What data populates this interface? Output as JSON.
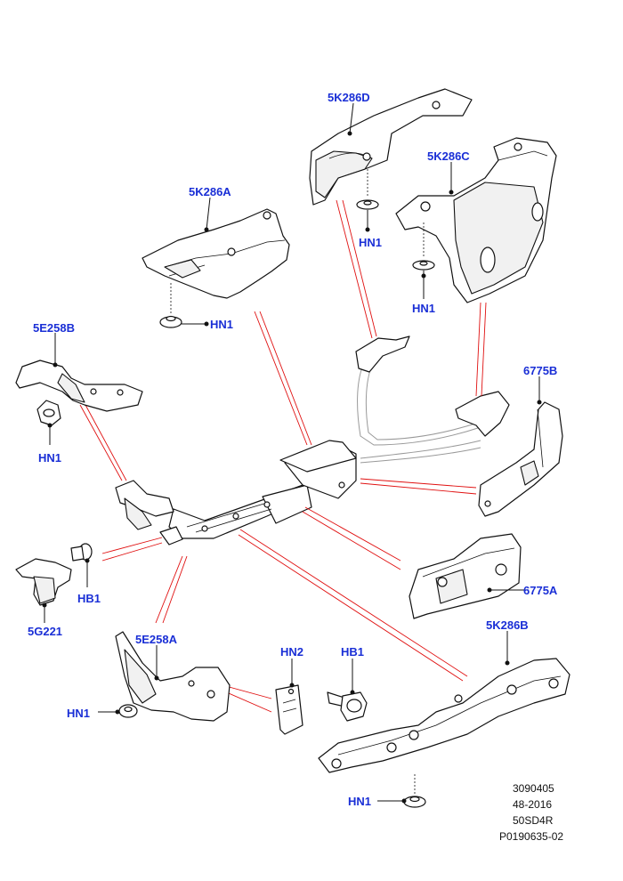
{
  "callouts": {
    "k286d": "5K286D",
    "k286c": "5K286C",
    "k286a": "5K286A",
    "k286b": "5K286B",
    "e258b": "5E258B",
    "e258a": "5E258A",
    "g221": "5G221",
    "p6775b": "6775B",
    "p6775a": "6775A",
    "hn1": "HN1",
    "hn2": "HN2",
    "hb1": "HB1"
  },
  "reference": {
    "line1": "3090405",
    "line2": "48-2016",
    "line3": "50SD4R",
    "line4": "P0190635-02"
  }
}
